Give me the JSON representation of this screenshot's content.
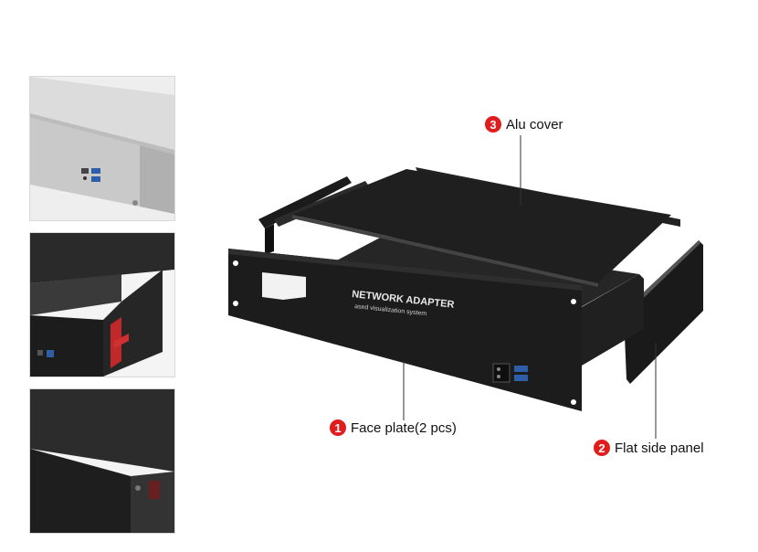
{
  "callouts": [
    {
      "number": "1",
      "label": "Face plate(2 pcs)"
    },
    {
      "number": "2",
      "label": "Flat side panel"
    },
    {
      "number": "3",
      "label": "Alu cover"
    }
  ],
  "face_plate": {
    "line1": "NETWORK ADAPTER",
    "line2": "ased visualization system"
  },
  "colors": {
    "badge": "#e01c1c",
    "panel": "#1e1e1e",
    "aluminum": "#d9d9d9"
  }
}
